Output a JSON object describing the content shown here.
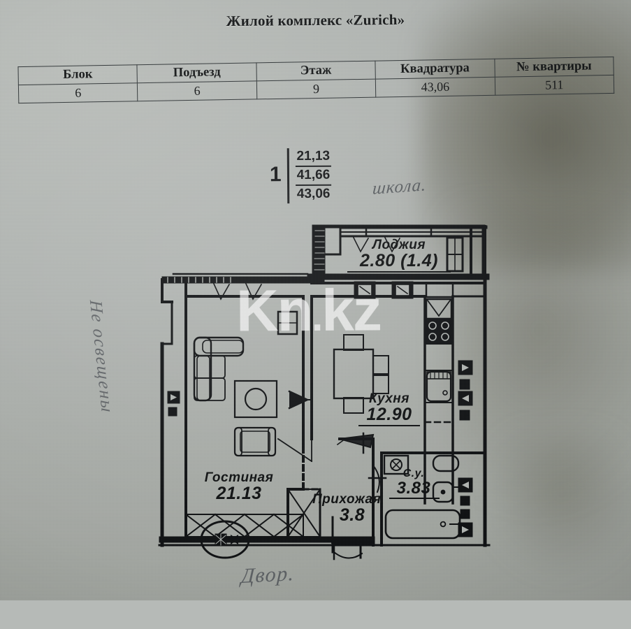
{
  "document": {
    "title": "Жилой комплекс «Zurich»",
    "watermark": "Kn",
    "watermark_dot": ".",
    "watermark_tail": "kz"
  },
  "info_table": {
    "headers": [
      "Блок",
      "Подъезд",
      "Этаж",
      "Квадратура",
      "№ квартиры"
    ],
    "values": [
      "6",
      "6",
      "9",
      "43,06",
      "511"
    ]
  },
  "area_summary": {
    "rooms_count": "1",
    "living_area": "21,13",
    "usable_area": "41,66",
    "total_area": "43,06"
  },
  "handwriting": {
    "top_note": "школа.",
    "left_note": "Не освещены",
    "bottom_note": "Двор."
  },
  "rooms": [
    {
      "key": "loggia",
      "name": "Лоджия",
      "area": "2.80 (1.4)"
    },
    {
      "key": "kitchen",
      "name": "Кухня",
      "area": "12.90"
    },
    {
      "key": "living",
      "name": "Гостиная",
      "area": "21.13"
    },
    {
      "key": "hall",
      "name": "Прихожая",
      "area": "3.8"
    },
    {
      "key": "wc",
      "name": "С.у.",
      "area": "3.83"
    }
  ],
  "colors": {
    "paper": "#b4b8b5",
    "ink": "#101213",
    "table_border": "#34393b",
    "pencil": "#53575c",
    "watermark": "#ffffff",
    "shadow": "#6c6854"
  }
}
